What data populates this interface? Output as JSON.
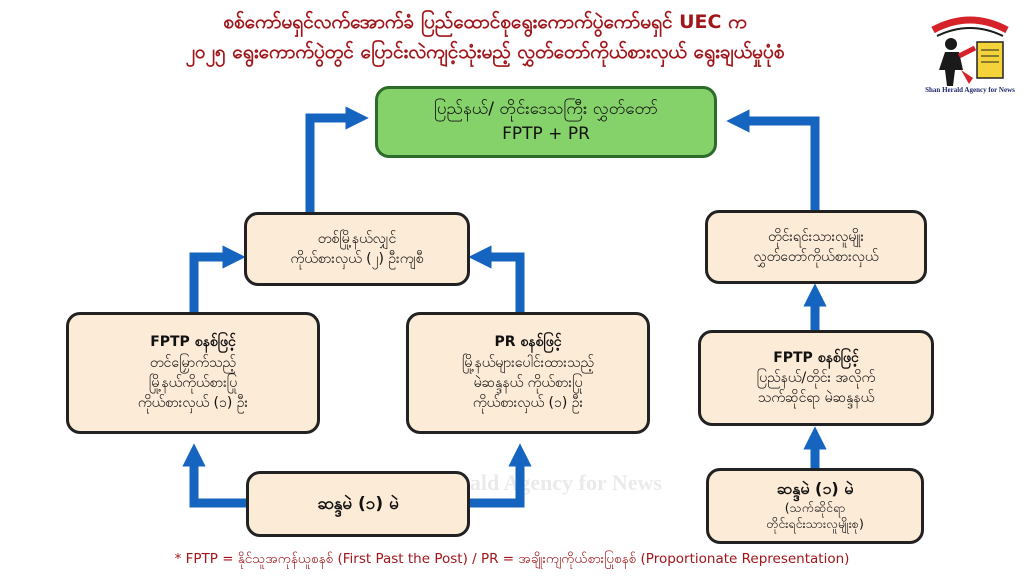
{
  "header": {
    "title_line1": "စစ်ကော်မရှင်လက်အောက်ခံ ပြည်ထောင်စုရွေးကောက်ပွဲကော်မရှင် UEC က",
    "title_line2": "၂၀၂၅ ရွေးကောက်ပွဲတွင် ပြောင်းလဲကျင့်သုံးမည့် လွှတ်တော်ကိုယ်စားလှယ် ရွေးချယ်မှုပုံစံ"
  },
  "logo": {
    "caption": "Shan Herald Agency for News",
    "colors": {
      "red": "#d6232a",
      "yellow": "#f3d23a",
      "dark": "#1a1a1a"
    }
  },
  "nodes": {
    "top": {
      "line1": "ပြည်နယ်/ တိုင်းဒေသကြီး လွှတ်တော်",
      "line2": "FPTP + PR"
    },
    "ethnic_combined": {
      "line1": "တစ်မြို့နယ်လျှင်",
      "line2": "ကိုယ်စားလှယ် (၂) ဦးကျစီ"
    },
    "fptp_left": {
      "heading": "FPTP စနစ်ဖြင့်",
      "line1": "တင်မြှောက်သည့်",
      "line2": "မြို့နယ်ကိုယ်စားပြု",
      "line3": "ကိုယ်စားလှယ် (၁) ဦး"
    },
    "pr": {
      "heading": "PR စနစ်ဖြင့်",
      "line1": "မြို့နယ်များပေါင်းထားသည့်",
      "line2": "မဲဆန္ဒနယ် ကိုယ်စားပြု",
      "line3": "ကိုယ်စားလှယ် (၁) ဦး"
    },
    "ethnic_rep": {
      "line1": "တိုင်းရင်းသားလူမျိုး",
      "line2": "လွှတ်တော်ကိုယ်စားလှယ်"
    },
    "fptp_right": {
      "heading": "FPTP စနစ်ဖြင့်",
      "line1": "ပြည်နယ်/တိုင်း အလိုက်",
      "line2": "သက်ဆိုင်ရာ မဲဆန္ဒနယ်"
    },
    "vote_left": {
      "label": "ဆန္ဒမဲ (၁) မဲ"
    },
    "vote_right": {
      "label": "ဆန္ဒမဲ (၁) မဲ",
      "sub1": "(သက်ဆိုင်ရာ",
      "sub2": "တိုင်းရင်းသားလူမျိုးစု)"
    }
  },
  "footer": {
    "note": "*   FPTP = နိုင်သူအကုန်ယူစနစ် (First Past the Post) / PR = အချိုးကျကိုယ်စားပြုစနစ် (Proportionate Representation)"
  },
  "watermark": {
    "text": "Shan Herald Agency for News"
  },
  "colors": {
    "arrow": "#1565c0",
    "box_fill": "#fcebd6",
    "top_fill": "#86d26a",
    "title": "#a0161b"
  }
}
